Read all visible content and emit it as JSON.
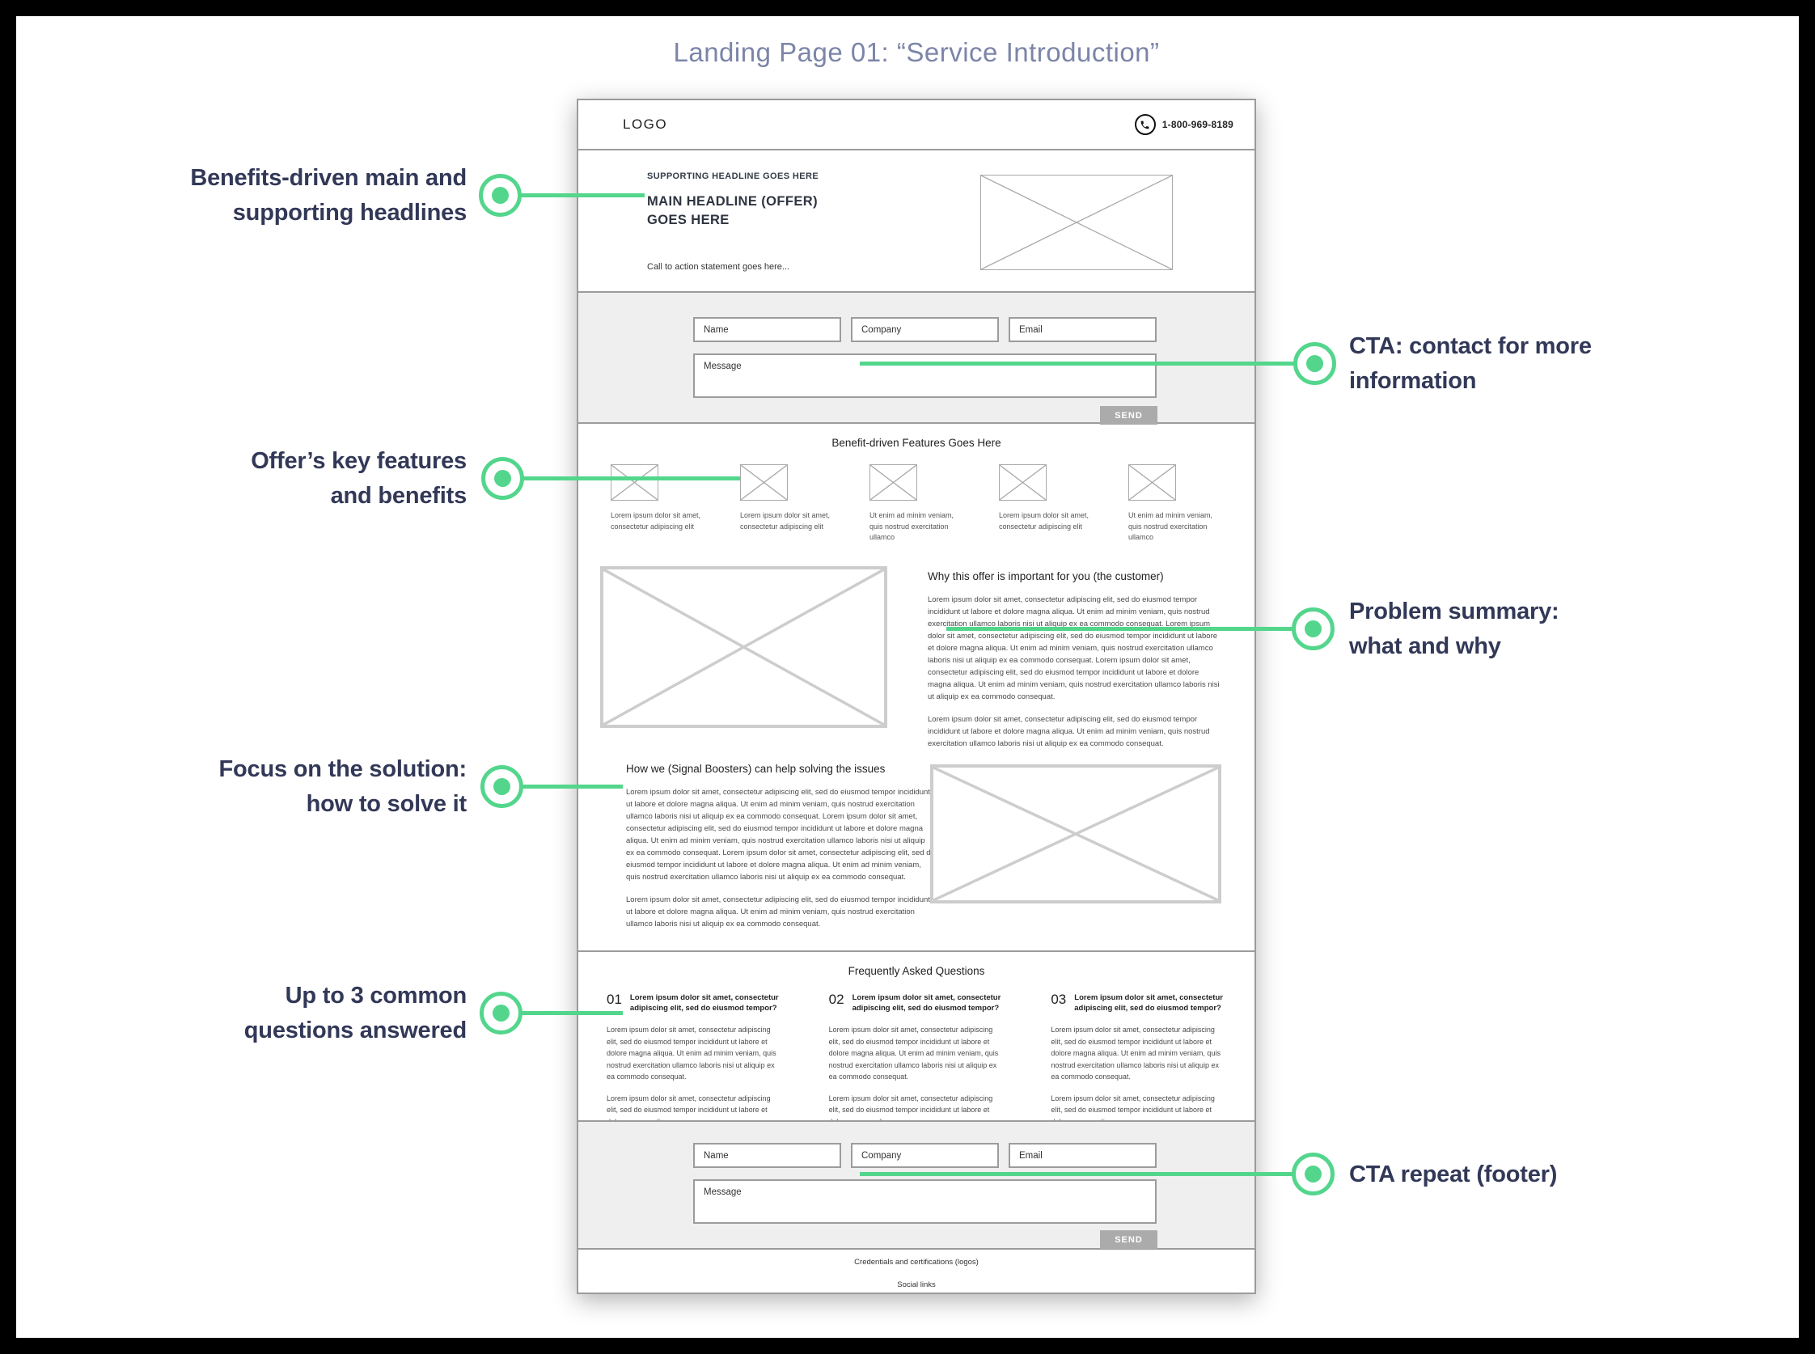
{
  "page": {
    "title": "Landing Page 01: “Service Introduction”"
  },
  "colors": {
    "accent_green": "#53d68c",
    "annotation_navy": "#323857",
    "title_gray": "#7c85a8",
    "wire_border": "#9b9b9b",
    "cta_bg": "#efefef",
    "send_bg": "#ababab"
  },
  "annotations": {
    "left": [
      {
        "line1": "Benefits-driven main and",
        "line2": "supporting headlines"
      },
      {
        "line1": "Offer’s key features",
        "line2": "and benefits"
      },
      {
        "line1": "Focus on the solution:",
        "line2": "how to solve it"
      },
      {
        "line1": "Up to 3 common",
        "line2": "questions answered"
      }
    ],
    "right": [
      {
        "line1": "CTA: contact for more",
        "line2": "information"
      },
      {
        "line1": "Problem summary:",
        "line2": "what and why"
      },
      {
        "line1": "CTA repeat (footer)",
        "line2": ""
      }
    ]
  },
  "wireframe": {
    "header": {
      "logo": "LOGO",
      "phone": "1-800-969-8189"
    },
    "hero": {
      "supporting": "SUPPORTING HEADLINE GOES HERE",
      "main_line1": "MAIN HEADLINE (OFFER)",
      "main_line2": "GOES HERE",
      "cta": "Call to action statement goes here..."
    },
    "form": {
      "name": "Name",
      "company": "Company",
      "email": "Email",
      "message": "Message",
      "send": "SEND"
    },
    "features": {
      "heading": "Benefit-driven Features Goes Here",
      "captions": [
        "Lorem ipsum dolor sit amet, consectetur adipiscing elit",
        "Lorem ipsum dolor sit amet, consectetur adipiscing elit",
        "Ut enim ad minim veniam, quis nostrud exercitation ullamco",
        "Lorem ipsum dolor sit amet, consectetur adipiscing elit",
        "Ut enim ad minim veniam, quis nostrud exercitation ullamco"
      ]
    },
    "problem": {
      "heading": "Why this offer is important for you (the customer)",
      "p1": "Lorem ipsum dolor sit amet, consectetur adipiscing elit, sed do eiusmod tempor incididunt ut labore et dolore magna aliqua. Ut enim ad minim veniam, quis nostrud exercitation ullamco laboris nisi ut aliquip ex ea commodo consequat. Lorem ipsum dolor sit amet, consectetur adipiscing elit, sed do eiusmod tempor incididunt ut labore et dolore magna aliqua. Ut enim ad minim veniam, quis nostrud exercitation ullamco laboris nisi ut aliquip ex ea commodo consequat. Lorem ipsum dolor sit amet, consectetur adipiscing elit, sed do eiusmod tempor incididunt ut labore et dolore magna aliqua. Ut enim ad minim veniam, quis nostrud exercitation ullamco laboris nisi ut aliquip ex ea commodo consequat.",
      "p2": "Lorem ipsum dolor sit amet, consectetur adipiscing elit, sed do eiusmod tempor incididunt ut labore et dolore magna aliqua. Ut enim ad minim veniam, quis nostrud exercitation ullamco laboris nisi ut aliquip ex ea commodo consequat."
    },
    "solution": {
      "heading": "How we (Signal Boosters) can help solving the issues",
      "p1": "Lorem ipsum dolor sit amet, consectetur adipiscing elit, sed do eiusmod tempor incididunt ut labore et dolore magna aliqua. Ut enim ad minim veniam, quis nostrud exercitation ullamco laboris nisi ut aliquip ex ea commodo consequat. Lorem ipsum dolor sit amet, consectetur adipiscing elit, sed do eiusmod tempor incididunt ut labore et dolore magna aliqua. Ut enim ad minim veniam, quis nostrud exercitation ullamco laboris nisi ut aliquip ex ea commodo consequat. Lorem ipsum dolor sit amet, consectetur adipiscing elit, sed do eiusmod tempor incididunt ut labore et dolore magna aliqua. Ut enim ad minim veniam, quis nostrud exercitation ullamco laboris nisi ut aliquip ex ea commodo consequat.",
      "p2": "Lorem ipsum dolor sit amet, consectetur adipiscing elit, sed do eiusmod tempor incididunt ut labore et dolore magna aliqua. Ut enim ad minim veniam, quis nostrud exercitation ullamco laboris nisi ut aliquip ex ea commodo consequat."
    },
    "faq": {
      "heading": "Frequently Asked Questions",
      "items": [
        {
          "number": "01",
          "question": "Lorem ipsum dolor sit amet, consectetur adipiscing elit, sed do eiusmod tempor?",
          "a1": "Lorem ipsum dolor sit amet, consectetur adipiscing elit, sed do eiusmod tempor incididunt ut labore et dolore magna aliqua. Ut enim ad minim veniam, quis nostrud exercitation ullamco laboris nisi ut aliquip ex ea commodo consequat.",
          "a2": "Lorem ipsum dolor sit amet, consectetur adipiscing elit, sed do eiusmod tempor incididunt ut labore et dolore magna aliqua."
        },
        {
          "number": "02",
          "question": "Lorem ipsum dolor sit amet, consectetur adipiscing elit, sed do eiusmod tempor?",
          "a1": "Lorem ipsum dolor sit amet, consectetur adipiscing elit, sed do eiusmod tempor incididunt ut labore et dolore magna aliqua. Ut enim ad minim veniam, quis nostrud exercitation ullamco laboris nisi ut aliquip ex ea commodo consequat.",
          "a2": "Lorem ipsum dolor sit amet, consectetur adipiscing elit, sed do eiusmod tempor incididunt ut labore et dolore magna aliqua."
        },
        {
          "number": "03",
          "question": "Lorem ipsum dolor sit amet, consectetur adipiscing elit, sed do eiusmod tempor?",
          "a1": "Lorem ipsum dolor sit amet, consectetur adipiscing elit, sed do eiusmod tempor incididunt ut labore et dolore magna aliqua. Ut enim ad minim veniam, quis nostrud exercitation ullamco laboris nisi ut aliquip ex ea commodo consequat.",
          "a2": "Lorem ipsum dolor sit amet, consectetur adipiscing elit, sed do eiusmod tempor incididunt ut labore et dolore magna aliqua."
        }
      ]
    },
    "footer": {
      "line1": "Credentials and certifications (logos)",
      "line2": "Social links"
    }
  }
}
